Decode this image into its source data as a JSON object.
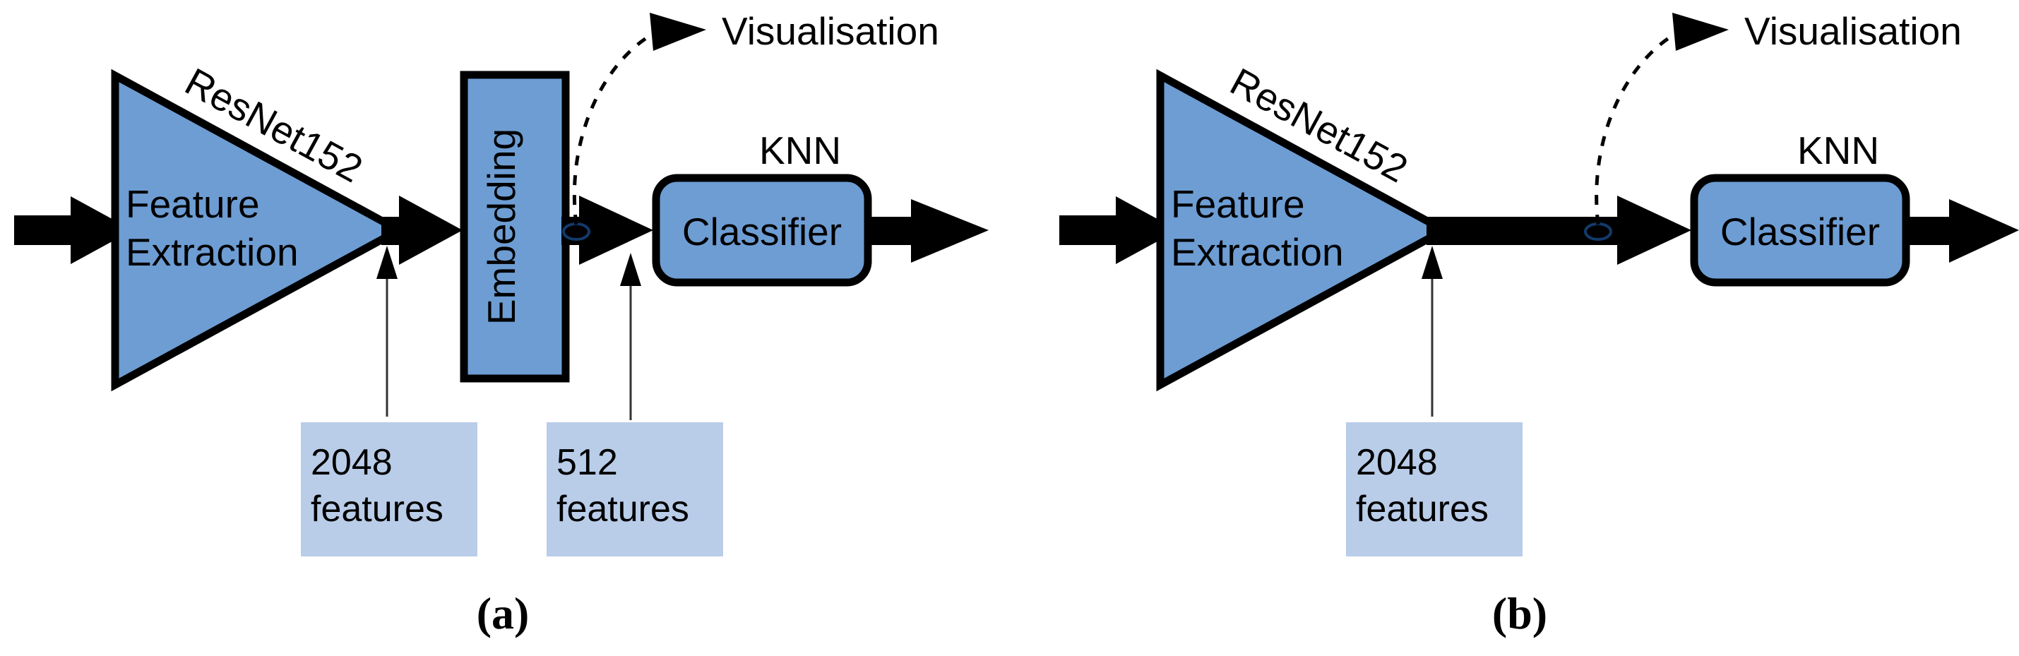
{
  "figure": {
    "background_color": "#ffffff",
    "block_color": "#6d9dd3",
    "annotation_color": "#b9cde9",
    "outline_color": "#000000",
    "tap_point_color": "#123a6b"
  },
  "panels": [
    {
      "id": "a",
      "caption": "(a)",
      "backbone": {
        "name": "ResNet152",
        "role_line1": "Feature",
        "role_line2": "Extraction"
      },
      "embedding": {
        "label": "Embedding"
      },
      "classifier": {
        "title": "KNN",
        "label": "Classifier"
      },
      "visualisation": {
        "label": "Visualisation"
      },
      "annotations": [
        {
          "count": "2048",
          "unit": "features"
        },
        {
          "count": "512",
          "unit": "features"
        }
      ]
    },
    {
      "id": "b",
      "caption": "(b)",
      "backbone": {
        "name": "ResNet152",
        "role_line1": "Feature",
        "role_line2": "Extraction"
      },
      "classifier": {
        "title": "KNN",
        "label": "Classifier"
      },
      "visualisation": {
        "label": "Visualisation"
      },
      "annotations": [
        {
          "count": "2048",
          "unit": "features"
        }
      ]
    }
  ]
}
